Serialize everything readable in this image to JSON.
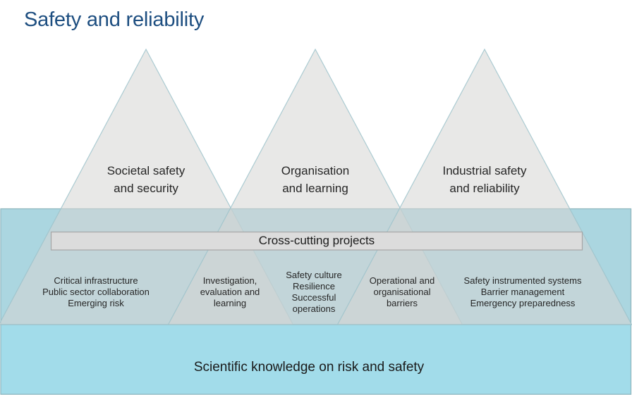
{
  "title": "Safety and reliability",
  "colors": {
    "title_text": "#1d4e80",
    "sea_upper_fill": "#abd6e0",
    "sea_lower_fill": "#a2dcea",
    "sea_border": "#8fb6be",
    "pyramid_fill": "#d6d5d3",
    "pyramid_border": "#9dc3cb",
    "bar_fill": "#dcdcdc",
    "bar_border": "#a6a6a6",
    "diagram_text": "#262626"
  },
  "pyramids": [
    {
      "name": "societal-safety-and-security",
      "lines": [
        "Societal safety",
        "and security"
      ]
    },
    {
      "name": "organisation-and-learning",
      "lines": [
        "Organisation",
        "and learning"
      ]
    },
    {
      "name": "industrial-safety-and-reliability",
      "lines": [
        "Industrial safety",
        "and reliability"
      ]
    }
  ],
  "cross_cutting_bar": {
    "label": "Cross-cutting projects"
  },
  "submerged_topics": [
    {
      "lines": [
        "Critical infrastructure",
        "Public sector collaboration",
        "Emerging risk"
      ]
    },
    {
      "lines": [
        "Investigation,",
        "evaluation and",
        "learning"
      ]
    },
    {
      "lines": [
        "Safety culture",
        "Resilience",
        "Successful",
        "operations"
      ]
    },
    {
      "lines": [
        "Operational and",
        "organisational",
        "barriers"
      ]
    },
    {
      "lines": [
        "Safety instrumented systems",
        "Barrier management",
        "Emergency preparedness"
      ]
    }
  ],
  "foundation_band": {
    "label": "Scientific knowledge on risk and safety"
  }
}
